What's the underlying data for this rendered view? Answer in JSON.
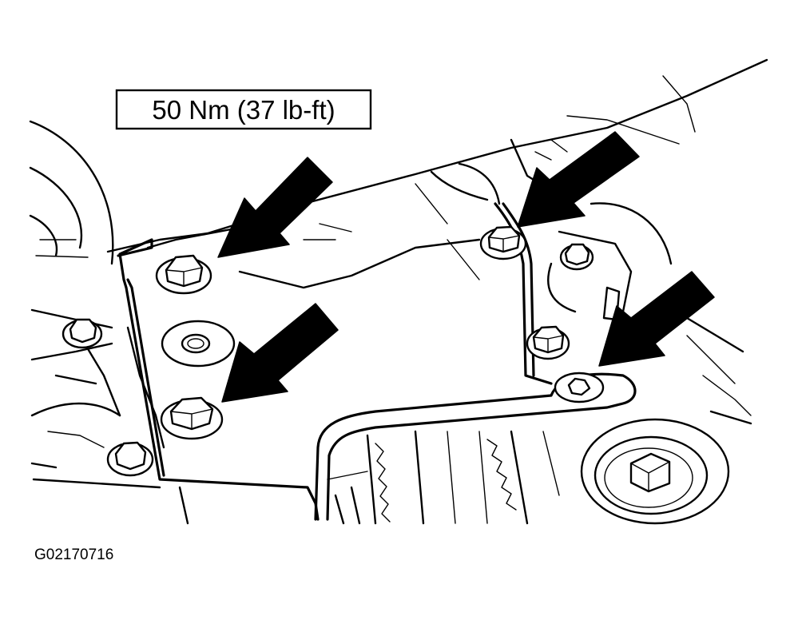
{
  "torque_label": "50 Nm (37 lb-ft)",
  "figure_id": "G02170716",
  "callout_arrows": [
    {
      "target": "upper-left bracket bolt"
    },
    {
      "target": "lower-left bracket bolt"
    },
    {
      "target": "upper-right bracket bolt"
    },
    {
      "target": "lower-right bracket bolt"
    }
  ]
}
